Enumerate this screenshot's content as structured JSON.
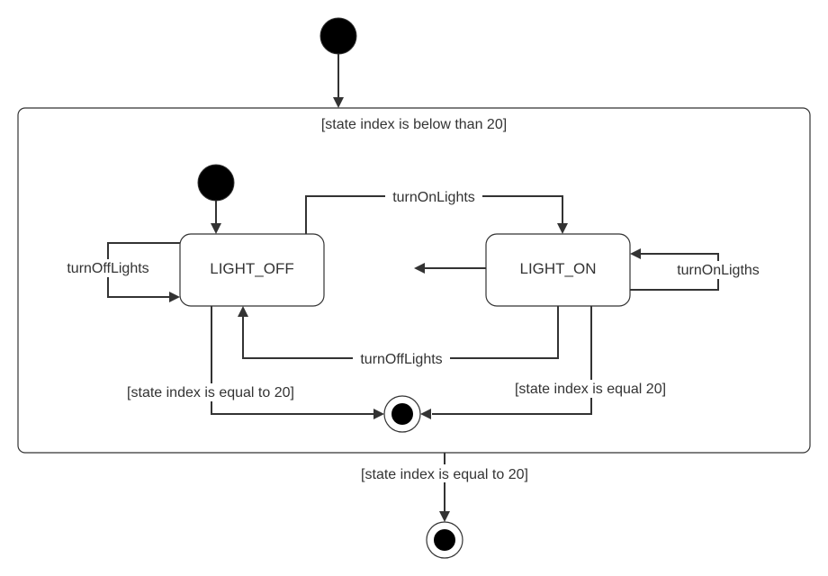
{
  "composite": {
    "guard": "[state index is below than 20]"
  },
  "states": {
    "light_off": "LIGHT_OFF",
    "light_on": "LIGHT_ON"
  },
  "transitions": {
    "turn_on_lights": "turnOnLights",
    "turn_off_lights_bottom": "turnOffLights",
    "self_turn_off_lights": "turnOffLights",
    "self_turn_on_ligths": "turnOnLigths",
    "off_to_final": "[state index is equal to 20]",
    "on_to_final": "[state index is equal 20]",
    "composite_to_final": "[state index is equal to 20]"
  },
  "colors": {
    "line": "#333333",
    "fill": "#ffffff",
    "pseudostate": "#000000"
  }
}
